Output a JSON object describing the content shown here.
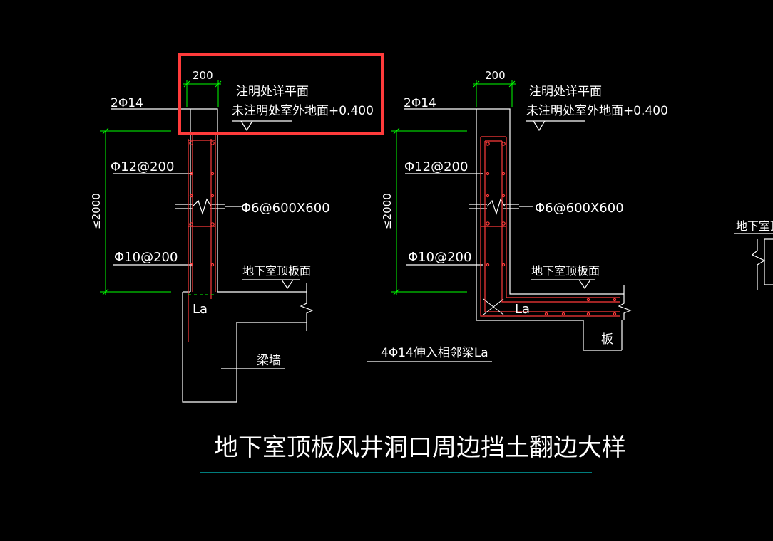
{
  "colors": {
    "background": "#000000",
    "outline": "#ffffff",
    "dimension": "#00ff00",
    "rebar": "#ff3b3b",
    "highlight": "#ff3b3b",
    "title_rule": "#00c8c8",
    "text": "#ffffff"
  },
  "left_detail": {
    "dim_width": "200",
    "note_line1": "注明处详平面",
    "note_line2": "未注明处室外地面+0.400",
    "bar_top": "2Φ14",
    "bar_vertical": "Φ12@200",
    "bar_tie": "Φ6@600X600",
    "bar_horizontal": "Φ10@200",
    "dim_height": "≤2000",
    "slab_label": "地下室顶板面",
    "anchor_label": "La",
    "beam_wall_label": "梁墙"
  },
  "right_detail": {
    "dim_width": "200",
    "note_line1": "注明处详平面",
    "note_line2": "未注明处室外地面+0.400",
    "bar_top": "2Φ14",
    "bar_vertical": "Φ12@200",
    "bar_tie": "Φ6@600X600",
    "bar_horizontal": "Φ10@200",
    "dim_height": "≤2000",
    "slab_label": "地下室顶板面",
    "anchor_label": "La",
    "extend_label": "4Φ14伸入相邻梁La",
    "slab_name": "板"
  },
  "partial_detail": {
    "slab_label": "地下室顶板"
  },
  "title": "地下室顶板风井洞口周边挡土翻边大样"
}
